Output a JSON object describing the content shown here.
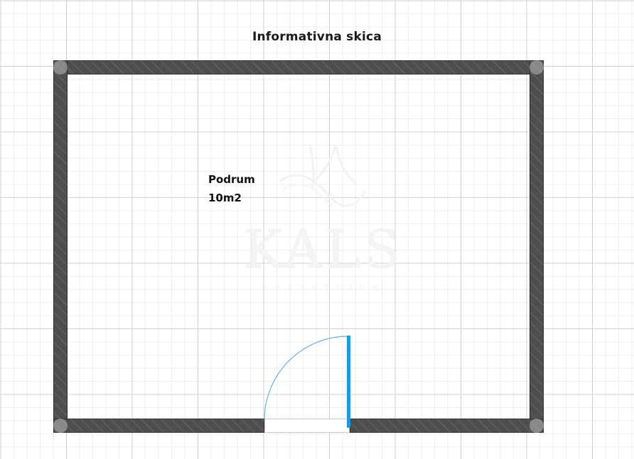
{
  "plan": {
    "title": "Informativna skica",
    "room": {
      "name": "Podrum",
      "area": "10m2"
    }
  },
  "watermark": {
    "brand": "KALS",
    "tagline": "nekretnine",
    "logo_icon": "wave-swoosh-icon"
  },
  "drawing": {
    "wall_color": "#4e4e4e",
    "wall_outline_color": "#2f2f2f",
    "door_leaf_color": "#1b9ae3",
    "door_arc_color": "#5aa9d6",
    "grid_minor_color": "#eeeeee",
    "grid_major_color": "#cfcfcf",
    "background_color": "#ffffff",
    "elements": {
      "wall_top": "wall-top",
      "wall_left": "wall-left",
      "wall_right": "wall-right",
      "wall_bottom_left": "wall-bottom-left",
      "wall_bottom_right": "wall-bottom-right",
      "door": "door-swing-bottom"
    }
  }
}
